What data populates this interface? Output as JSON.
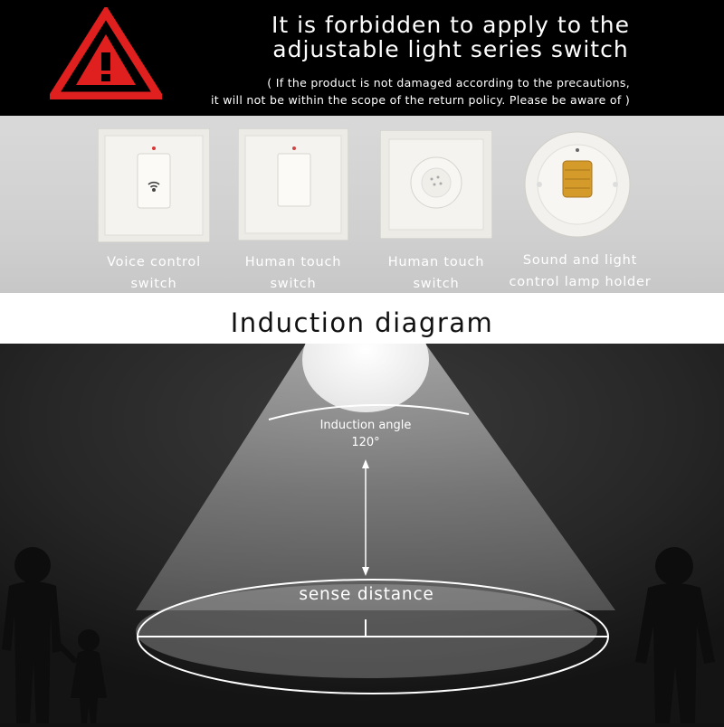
{
  "header": {
    "title_line1": "It is forbidden to apply to the",
    "title_line2": "adjustable light series switch",
    "note_line1": "( If the product is not damaged according to the precautions,",
    "note_line2": "it will not be within the scope of the return policy. Please be aware of )",
    "warning_icon": "warning-triangle-icon",
    "warning_color": "#e0201f"
  },
  "products": [
    {
      "line1": "Voice control",
      "line2": "switch",
      "icon": "voice-switch"
    },
    {
      "line1": "Human touch",
      "line2": "switch",
      "icon": "touch-switch"
    },
    {
      "line1": "Human touch",
      "line2": "switch",
      "icon": "touch-knob"
    },
    {
      "line1": "Sound and light",
      "line2": "control lamp holder",
      "icon": "lamp-holder"
    }
  ],
  "prohibited_color": "#e8282a",
  "diagram": {
    "title": "Induction diagram",
    "angle_label": "Induction angle",
    "angle_value": "120°",
    "distance_label": "sense distance"
  }
}
